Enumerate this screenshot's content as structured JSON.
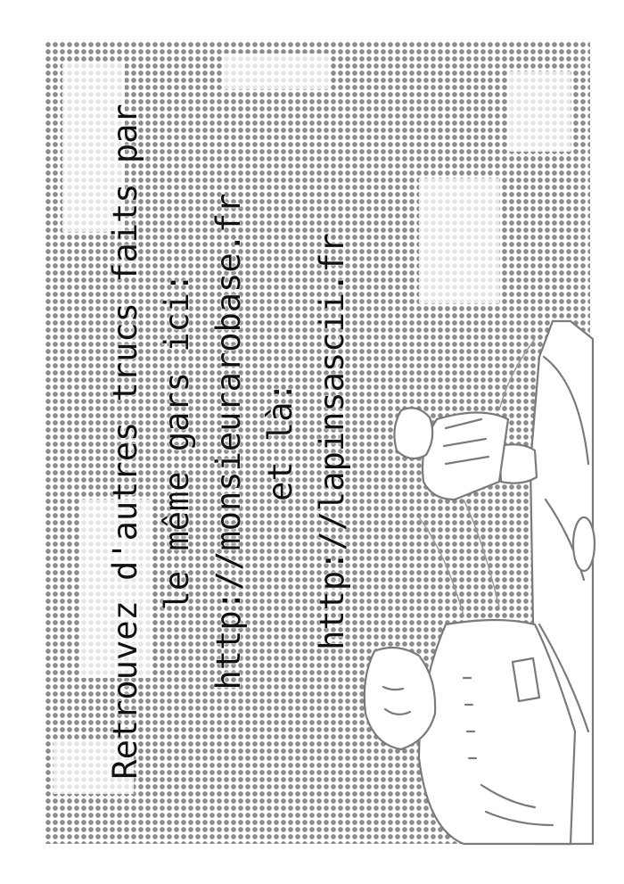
{
  "message": {
    "lines": [
      "Retrouvez d'autres trucs faits par",
      "le même gars ici:",
      "http://monsieurarobase.fr",
      "et là:",
      "http://lapinsascii.fr"
    ]
  },
  "colors": {
    "text": "#111111",
    "halftone": "#8c8c8c",
    "sketch": "#7a7a7a",
    "background": "#ffffff"
  }
}
